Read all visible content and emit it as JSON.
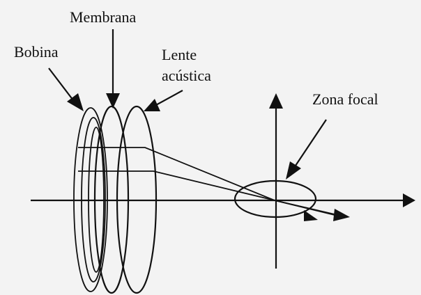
{
  "labels": {
    "membrana": "Membrana",
    "bobina": "Bobina",
    "lente_line1": "Lente",
    "lente_line2": "acústica",
    "zona_focal": "Zona focal"
  },
  "colors": {
    "background": "#f3f3f3",
    "ink": "#111111"
  }
}
